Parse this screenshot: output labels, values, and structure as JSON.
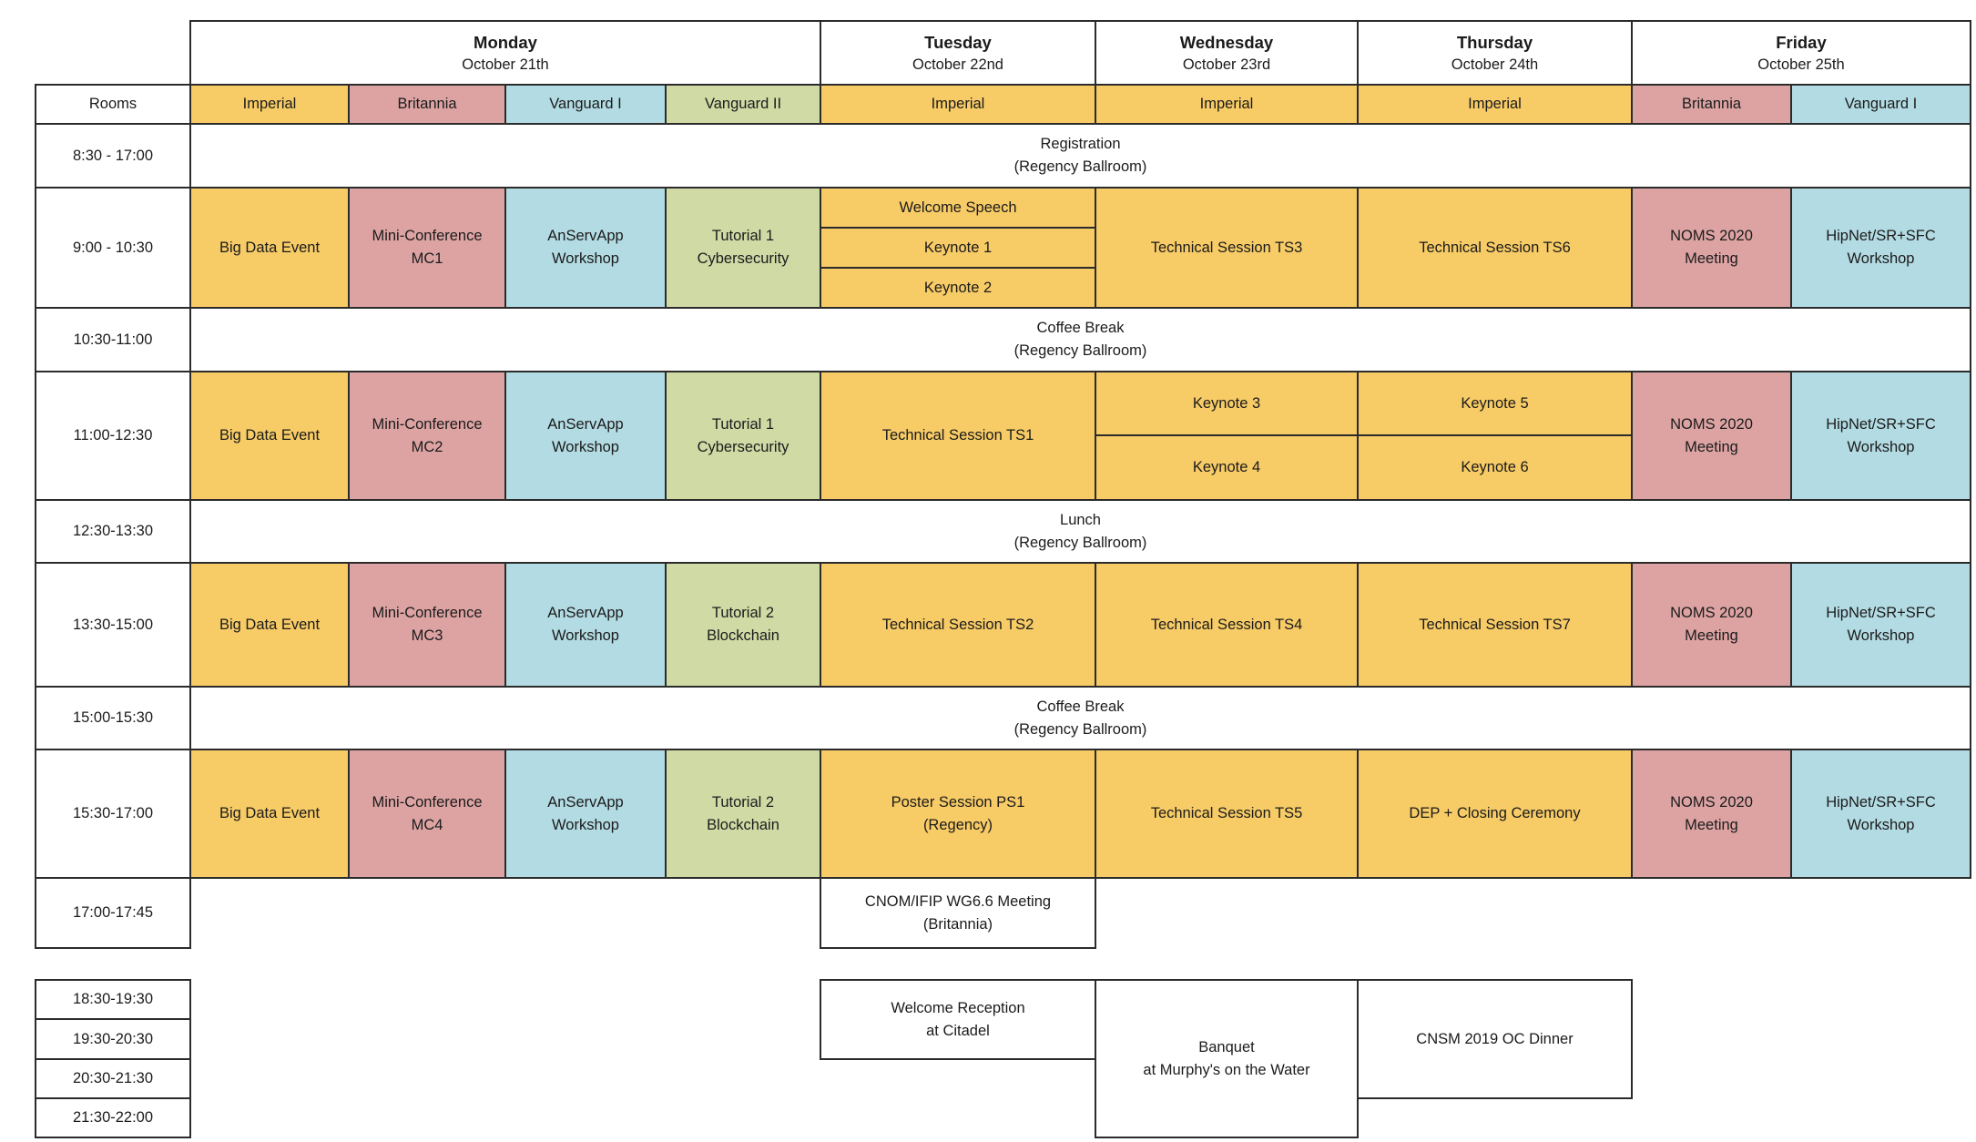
{
  "colors": {
    "imperial": "#F7CB66",
    "britannia": "#DDA3A3",
    "vanguard1": "#B3DBE3",
    "vanguard2": "#CFDAA5",
    "white": "#FFFFFF",
    "border": "#2B2B2B",
    "text": "#1B1B1B"
  },
  "cells": [
    {
      "name": "day-monday",
      "type": "day",
      "col": "monday",
      "row": "day",
      "lines": [
        "Monday",
        "October 21th"
      ]
    },
    {
      "name": "day-tuesday",
      "type": "day",
      "col": "tue",
      "row": "day",
      "lines": [
        "Tuesday",
        "October 22nd"
      ]
    },
    {
      "name": "day-wednesday",
      "type": "day",
      "col": "wed",
      "row": "day",
      "lines": [
        "Wednesday",
        "October 23rd"
      ]
    },
    {
      "name": "day-thursday",
      "type": "day",
      "col": "thu",
      "row": "day",
      "lines": [
        "Thursday",
        "October 24th"
      ]
    },
    {
      "name": "day-friday",
      "type": "day",
      "col": "friday",
      "row": "day",
      "lines": [
        "Friday",
        "October 25th"
      ]
    },
    {
      "name": "rooms-header",
      "col": "time",
      "row": "rooms",
      "lines": [
        "Rooms"
      ]
    },
    {
      "name": "room-mon-imperial",
      "col": "mon_imperial",
      "row": "rooms",
      "color": "imperial",
      "lines": [
        "Imperial"
      ]
    },
    {
      "name": "room-mon-britannia",
      "col": "mon_britannia",
      "row": "rooms",
      "color": "britannia",
      "lines": [
        "Britannia"
      ]
    },
    {
      "name": "room-mon-vanguard1",
      "col": "mon_vanguard1",
      "row": "rooms",
      "color": "vanguard1",
      "lines": [
        "Vanguard I"
      ]
    },
    {
      "name": "room-mon-vanguard2",
      "col": "mon_vanguard2",
      "row": "rooms",
      "color": "vanguard2",
      "lines": [
        "Vanguard II"
      ]
    },
    {
      "name": "room-tue-imperial",
      "col": "tue",
      "row": "rooms",
      "color": "imperial",
      "lines": [
        "Imperial"
      ]
    },
    {
      "name": "room-wed-imperial",
      "col": "wed",
      "row": "rooms",
      "color": "imperial",
      "lines": [
        "Imperial"
      ]
    },
    {
      "name": "room-thu-imperial",
      "col": "thu",
      "row": "rooms",
      "color": "imperial",
      "lines": [
        "Imperial"
      ]
    },
    {
      "name": "room-fri-britannia",
      "col": "fri_britannia",
      "row": "rooms",
      "color": "britannia",
      "lines": [
        "Britannia"
      ]
    },
    {
      "name": "room-fri-vanguard1",
      "col": "fri_vanguard1",
      "row": "rooms",
      "color": "vanguard1",
      "lines": [
        "Vanguard I"
      ]
    },
    {
      "name": "time-0830-1700",
      "col": "time",
      "row": "reg",
      "lines": [
        "8:30 - 17:00"
      ]
    },
    {
      "name": "time-0900-1030",
      "col": "time",
      "row": "s0900",
      "lines": [
        "9:00 - 10:30"
      ]
    },
    {
      "name": "time-1030-1100",
      "col": "time",
      "row": "cb1",
      "lines": [
        "10:30-11:00"
      ]
    },
    {
      "name": "time-1100-1230",
      "col": "time",
      "row": "s1100",
      "lines": [
        "11:00-12:30"
      ]
    },
    {
      "name": "time-1230-1330",
      "col": "time",
      "row": "lunch",
      "lines": [
        "12:30-13:30"
      ]
    },
    {
      "name": "time-1330-1500",
      "col": "time",
      "row": "s1330",
      "lines": [
        "13:30-15:00"
      ]
    },
    {
      "name": "time-1500-1530",
      "col": "time",
      "row": "cb2",
      "lines": [
        "15:00-15:30"
      ]
    },
    {
      "name": "time-1530-1700",
      "col": "time",
      "row": "s1530",
      "lines": [
        "15:30-17:00"
      ]
    },
    {
      "name": "time-1700-1745",
      "col": "time",
      "row": "s1700",
      "lines": [
        "17:00-17:45"
      ]
    },
    {
      "name": "time-1830-1930",
      "col": "time",
      "row": "e1",
      "lines": [
        "18:30-19:30"
      ]
    },
    {
      "name": "time-1930-2030",
      "col": "time",
      "row": "e2",
      "lines": [
        "19:30-20:30"
      ]
    },
    {
      "name": "time-2030-2130",
      "col": "time",
      "row": "e3",
      "lines": [
        "20:30-21:30"
      ]
    },
    {
      "name": "time-2130-2200",
      "col": "time",
      "row": "e4",
      "lines": [
        "21:30-22:00"
      ]
    },
    {
      "name": "registration",
      "col": "all_days",
      "row": "reg",
      "lines": [
        "Registration",
        "(Regency Ballroom)"
      ]
    },
    {
      "name": "coffee-break-am",
      "col": "all_days",
      "row": "cb1",
      "lines": [
        "Coffee Break",
        "(Regency Ballroom)"
      ]
    },
    {
      "name": "lunch",
      "col": "all_days",
      "row": "lunch",
      "lines": [
        "Lunch",
        "(Regency Ballroom)"
      ]
    },
    {
      "name": "coffee-break-pm",
      "col": "all_days",
      "row": "cb2",
      "lines": [
        "Coffee Break",
        "(Regency Ballroom)"
      ]
    },
    {
      "name": "big-data-event-0900",
      "col": "mon_imperial",
      "row": "s0900",
      "color": "imperial",
      "lines": [
        "Big Data Event"
      ]
    },
    {
      "name": "mini-conference-mc1",
      "col": "mon_britannia",
      "row": "s0900",
      "color": "britannia",
      "lines": [
        "Mini-Conference",
        "MC1"
      ]
    },
    {
      "name": "anservapp-workshop-0900",
      "col": "mon_vanguard1",
      "row": "s0900",
      "color": "vanguard1",
      "lines": [
        "AnServApp",
        "Workshop"
      ]
    },
    {
      "name": "tutorial-1-cybersecurity-0900",
      "col": "mon_vanguard2",
      "row": "s0900",
      "color": "vanguard2",
      "lines": [
        "Tutorial 1",
        "Cybersecurity"
      ]
    },
    {
      "name": "big-data-event-1100",
      "col": "mon_imperial",
      "row": "s1100",
      "color": "imperial",
      "lines": [
        "Big Data Event"
      ]
    },
    {
      "name": "mini-conference-mc2",
      "col": "mon_britannia",
      "row": "s1100",
      "color": "britannia",
      "lines": [
        "Mini-Conference",
        "MC2"
      ]
    },
    {
      "name": "anservapp-workshop-1100",
      "col": "mon_vanguard1",
      "row": "s1100",
      "color": "vanguard1",
      "lines": [
        "AnServApp",
        "Workshop"
      ]
    },
    {
      "name": "tutorial-1-cybersecurity-1100",
      "col": "mon_vanguard2",
      "row": "s1100",
      "color": "vanguard2",
      "lines": [
        "Tutorial 1",
        "Cybersecurity"
      ]
    },
    {
      "name": "big-data-event-1330",
      "col": "mon_imperial",
      "row": "s1330",
      "color": "imperial",
      "lines": [
        "Big Data Event"
      ]
    },
    {
      "name": "mini-conference-mc3",
      "col": "mon_britannia",
      "row": "s1330",
      "color": "britannia",
      "lines": [
        "Mini-Conference",
        "MC3"
      ]
    },
    {
      "name": "anservapp-workshop-1330",
      "col": "mon_vanguard1",
      "row": "s1330",
      "color": "vanguard1",
      "lines": [
        "AnServApp",
        "Workshop"
      ]
    },
    {
      "name": "tutorial-2-blockchain-1330",
      "col": "mon_vanguard2",
      "row": "s1330",
      "color": "vanguard2",
      "lines": [
        "Tutorial 2",
        "Blockchain"
      ]
    },
    {
      "name": "big-data-event-1530",
      "col": "mon_imperial",
      "row": "s1530",
      "color": "imperial",
      "lines": [
        "Big Data Event"
      ]
    },
    {
      "name": "mini-conference-mc4",
      "col": "mon_britannia",
      "row": "s1530",
      "color": "britannia",
      "lines": [
        "Mini-Conference",
        "MC4"
      ]
    },
    {
      "name": "anservapp-workshop-1530",
      "col": "mon_vanguard1",
      "row": "s1530",
      "color": "vanguard1",
      "lines": [
        "AnServApp",
        "Workshop"
      ]
    },
    {
      "name": "tutorial-2-blockchain-1530",
      "col": "mon_vanguard2",
      "row": "s1530",
      "color": "vanguard2",
      "lines": [
        "Tutorial 2",
        "Blockchain"
      ]
    },
    {
      "name": "welcome-speech",
      "col": "tue",
      "row": "s0900a",
      "color": "imperial",
      "lines": [
        "Welcome Speech"
      ]
    },
    {
      "name": "keynote-1",
      "col": "tue",
      "row": "s0900b",
      "color": "imperial",
      "lines": [
        "Keynote 1"
      ]
    },
    {
      "name": "keynote-2",
      "col": "tue",
      "row": "s0900c",
      "color": "imperial",
      "lines": [
        "Keynote 2"
      ]
    },
    {
      "name": "technical-session-ts1",
      "col": "tue",
      "row": "s1100",
      "color": "imperial",
      "lines": [
        "Technical Session TS1"
      ]
    },
    {
      "name": "technical-session-ts2",
      "col": "tue",
      "row": "s1330",
      "color": "imperial",
      "lines": [
        "Technical Session TS2"
      ]
    },
    {
      "name": "poster-session-ps1",
      "col": "tue",
      "row": "s1530",
      "color": "imperial",
      "lines": [
        "Poster Session PS1",
        "(Regency)"
      ]
    },
    {
      "name": "cnom-ifip-wg66-meeting",
      "col": "tue",
      "row": "s1700",
      "lines": [
        "CNOM/IFIP WG6.6 Meeting",
        "(Britannia)"
      ]
    },
    {
      "name": "welcome-reception",
      "col": "tue",
      "row": "e12",
      "lines": [
        "Welcome Reception",
        "at Citadel"
      ]
    },
    {
      "name": "technical-session-ts3",
      "col": "wed",
      "row": "s0900",
      "color": "imperial",
      "lines": [
        "Technical Session TS3"
      ]
    },
    {
      "name": "keynote-3",
      "col": "wed",
      "row": "s1100a",
      "color": "imperial",
      "lines": [
        "Keynote 3"
      ]
    },
    {
      "name": "keynote-4",
      "col": "wed",
      "row": "s1100b",
      "color": "imperial",
      "lines": [
        "Keynote 4"
      ]
    },
    {
      "name": "technical-session-ts4",
      "col": "wed",
      "row": "s1330",
      "color": "imperial",
      "lines": [
        "Technical Session TS4"
      ]
    },
    {
      "name": "technical-session-ts5",
      "col": "wed",
      "row": "s1530",
      "color": "imperial",
      "lines": [
        "Technical Session TS5"
      ]
    },
    {
      "name": "banquet",
      "col": "wed",
      "row": "e1234",
      "lines": [
        "Banquet",
        "at Murphy's on the Water"
      ]
    },
    {
      "name": "technical-session-ts6",
      "col": "thu",
      "row": "s0900",
      "color": "imperial",
      "lines": [
        "Technical Session TS6"
      ]
    },
    {
      "name": "keynote-5",
      "col": "thu",
      "row": "s1100a",
      "color": "imperial",
      "lines": [
        "Keynote 5"
      ]
    },
    {
      "name": "keynote-6",
      "col": "thu",
      "row": "s1100b",
      "color": "imperial",
      "lines": [
        "Keynote 6"
      ]
    },
    {
      "name": "technical-session-ts7",
      "col": "thu",
      "row": "s1330",
      "color": "imperial",
      "lines": [
        "Technical Session TS7"
      ]
    },
    {
      "name": "dep-closing-ceremony",
      "col": "thu",
      "row": "s1530",
      "color": "imperial",
      "lines": [
        "DEP + Closing Ceremony"
      ]
    },
    {
      "name": "cnsm-2019-oc-dinner",
      "col": "thu",
      "row": "e123",
      "lines": [
        "CNSM 2019 OC Dinner"
      ]
    },
    {
      "name": "noms-2020-meeting-0900",
      "col": "fri_britannia",
      "row": "s0900",
      "color": "britannia",
      "lines": [
        "NOMS 2020",
        "Meeting"
      ]
    },
    {
      "name": "noms-2020-meeting-1100",
      "col": "fri_britannia",
      "row": "s1100",
      "color": "britannia",
      "lines": [
        "NOMS 2020",
        "Meeting"
      ]
    },
    {
      "name": "noms-2020-meeting-1330",
      "col": "fri_britannia",
      "row": "s1330",
      "color": "britannia",
      "lines": [
        "NOMS 2020",
        "Meeting"
      ]
    },
    {
      "name": "noms-2020-meeting-1530",
      "col": "fri_britannia",
      "row": "s1530",
      "color": "britannia",
      "lines": [
        "NOMS 2020",
        "Meeting"
      ]
    },
    {
      "name": "hipnet-sr-sfc-workshop-0900",
      "col": "fri_vanguard1",
      "row": "s0900",
      "color": "vanguard1",
      "lines": [
        "HipNet/SR+SFC",
        "Workshop"
      ]
    },
    {
      "name": "hipnet-sr-sfc-workshop-1100",
      "col": "fri_vanguard1",
      "row": "s1100",
      "color": "vanguard1",
      "lines": [
        "HipNet/SR+SFC",
        "Workshop"
      ]
    },
    {
      "name": "hipnet-sr-sfc-workshop-1330",
      "col": "fri_vanguard1",
      "row": "s1330",
      "color": "vanguard1",
      "lines": [
        "HipNet/SR+SFC",
        "Workshop"
      ]
    },
    {
      "name": "hipnet-sr-sfc-workshop-1530",
      "col": "fri_vanguard1",
      "row": "s1530",
      "color": "vanguard1",
      "lines": [
        "HipNet/SR+SFC",
        "Workshop"
      ]
    }
  ]
}
